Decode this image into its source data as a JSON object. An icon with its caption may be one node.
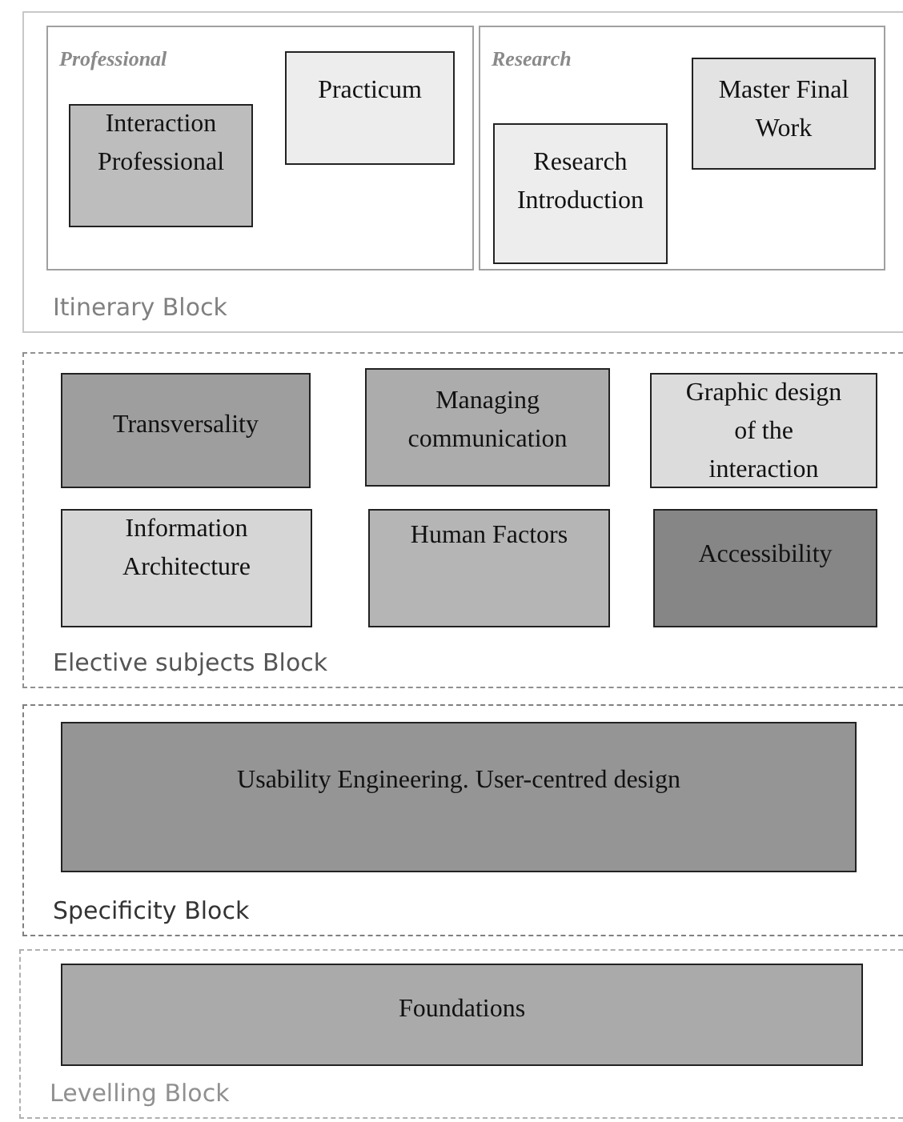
{
  "diagram": {
    "nodes": [
      {
        "text": [
          "Itinerary Block"
        ]
      },
      {
        "text": [
          "Professional"
        ],
        "in": 0
      },
      {
        "text": [
          "Interaction Professional"
        ],
        "in": 1
      },
      {
        "text": [
          "Practicum"
        ],
        "in": 1
      },
      {
        "text": [
          "Research"
        ],
        "in": 0
      },
      {
        "text": [
          "Research Introduction"
        ],
        "in": 4
      },
      {
        "text": [
          "Master Final Work"
        ],
        "in": 4
      },
      {
        "text": [
          "Elective subjects Block"
        ]
      },
      {
        "text": [
          "Transversality"
        ],
        "in": 7
      },
      {
        "text": [
          "Managing communication"
        ],
        "in": 7
      },
      {
        "text": [
          "Graphic design of the interaction"
        ],
        "in": 7
      },
      {
        "text": [
          "Information Architecture"
        ],
        "in": 7
      },
      {
        "text": [
          "Human Factors"
        ],
        "in": 7
      },
      {
        "text": [
          "Accessibility"
        ],
        "in": 7
      },
      {
        "text": [
          "Specificity Block"
        ]
      },
      {
        "text": [
          "Usability Engineering. User-centred design"
        ],
        "in": 14
      },
      {
        "text": [
          "Levelling Block"
        ]
      },
      {
        "text": [
          "Foundations"
        ],
        "in": 16
      }
    ]
  }
}
